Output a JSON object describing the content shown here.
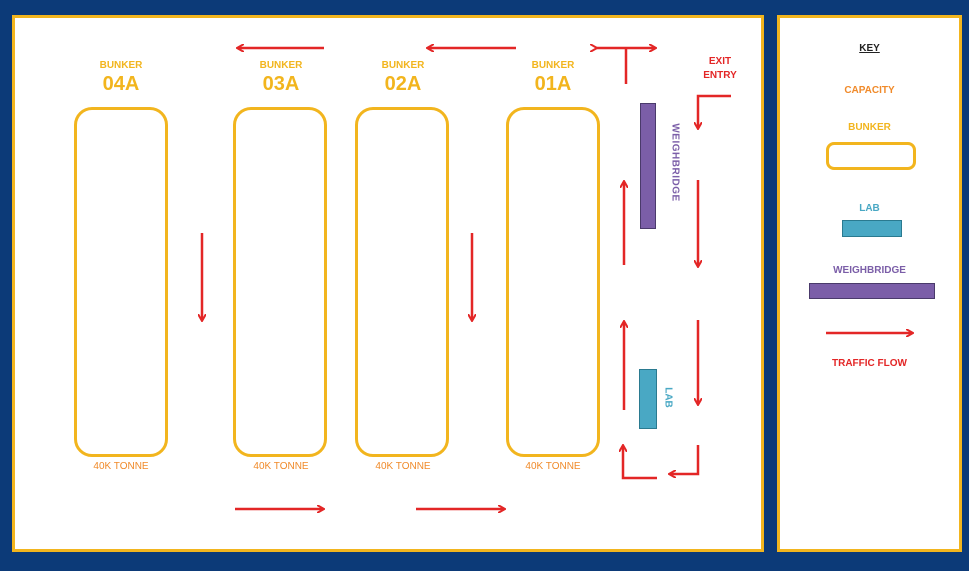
{
  "bunkers": [
    {
      "small": "BUNKER",
      "big": "04A",
      "capacity": "40K TONNE"
    },
    {
      "small": "BUNKER",
      "big": "03A",
      "capacity": "40K TONNE"
    },
    {
      "small": "BUNKER",
      "big": "02A",
      "capacity": "40K TONNE"
    },
    {
      "small": "BUNKER",
      "big": "01A",
      "capacity": "40K TONNE"
    }
  ],
  "weighbridge_label": "WEIGHBRIDGE",
  "lab_label": "LAB",
  "exit_label": "EXIT",
  "entry_label": "ENTRY",
  "key": {
    "title": "KEY",
    "capacity": "CAPACITY",
    "bunker": "BUNKER",
    "lab": "LAB",
    "weighbridge": "WEIGHBRIDGE",
    "traffic": "TRAFFIC FLOW"
  },
  "colors": {
    "background": "#0c3a78",
    "border": "#f2b51e",
    "bunker": "#f2b51e",
    "capacity": "#f08a2a",
    "weighbridge": "#7b5ea8",
    "lab": "#49a8c4",
    "traffic": "#e32626"
  }
}
